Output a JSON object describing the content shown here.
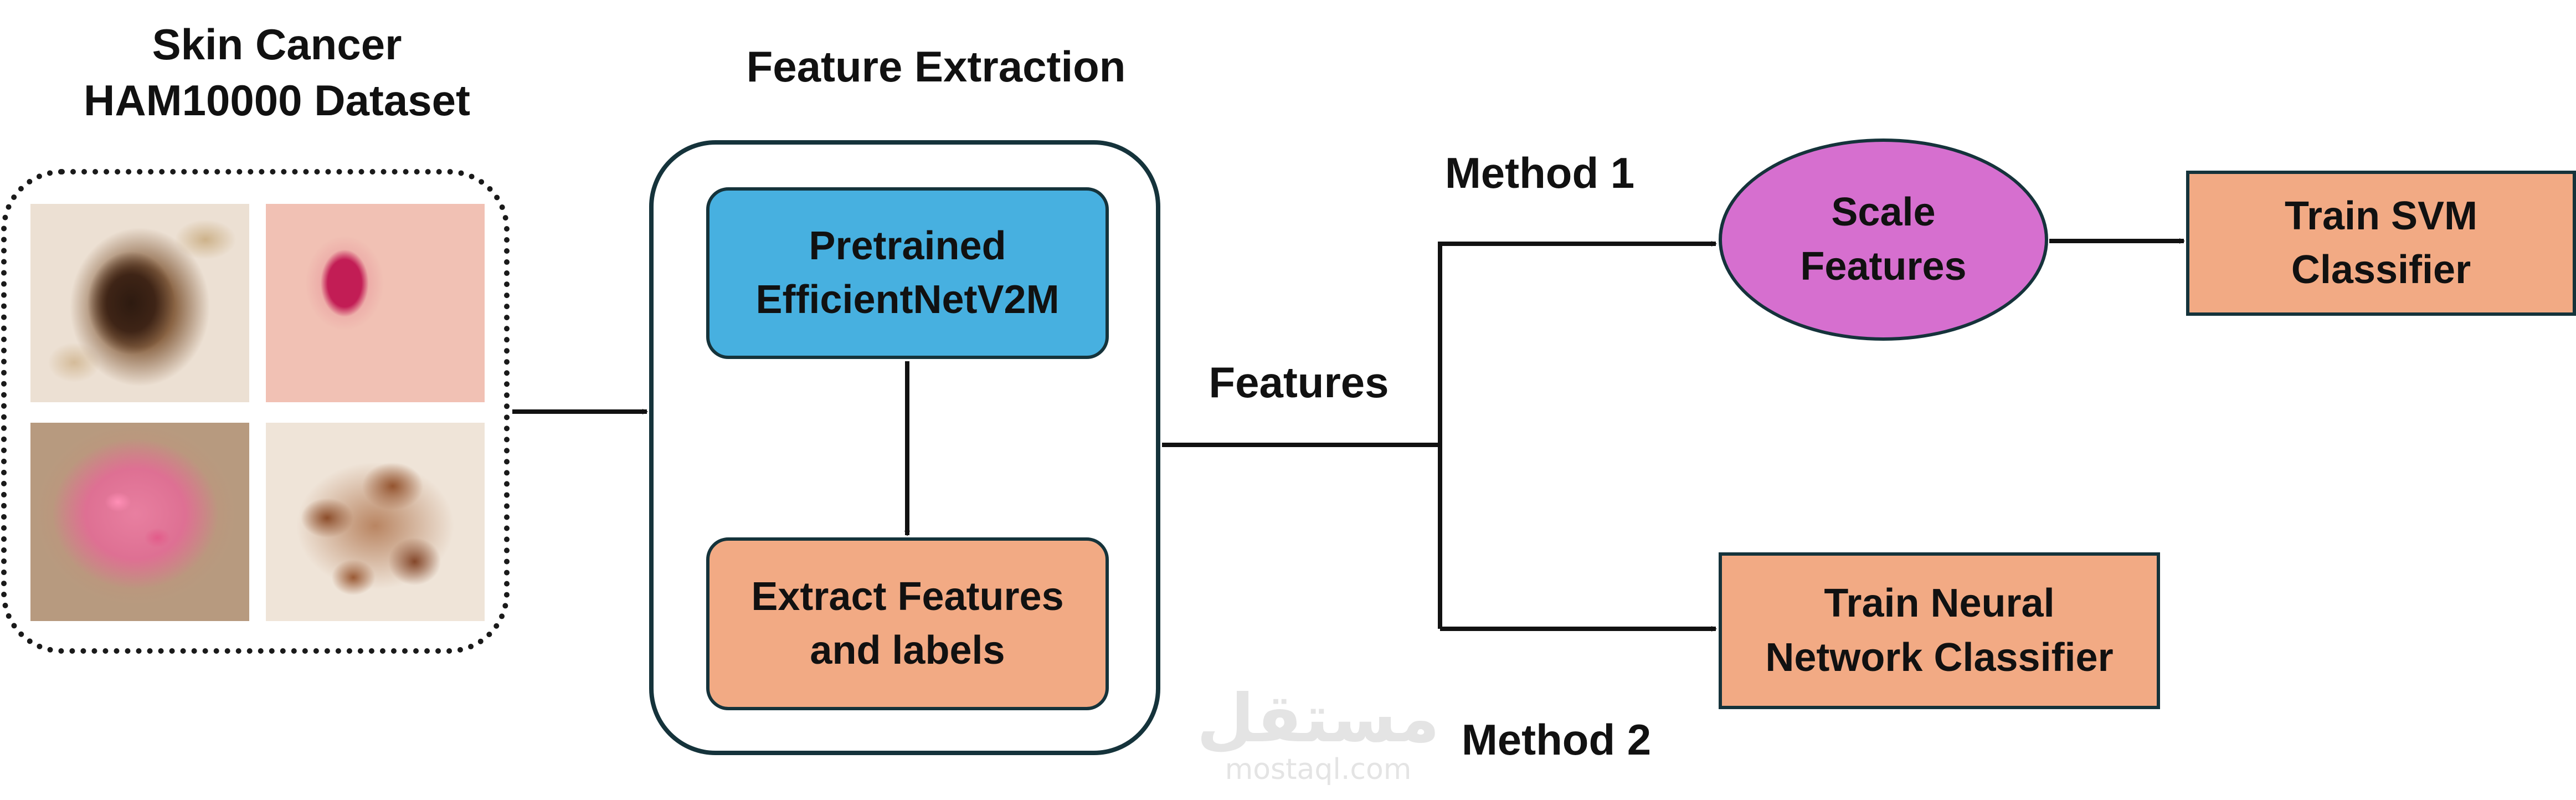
{
  "dataset": {
    "title_line1": "Skin Cancer",
    "title_line2": "HAM10000 Dataset",
    "images": [
      "melanoma-lesion",
      "red-nodule-lesion",
      "pink-plaque-lesion",
      "brown-patchy-lesion"
    ]
  },
  "feature_extraction": {
    "title": "Feature Extraction",
    "pretrained": {
      "line1": "Pretrained",
      "line2": "EfficientNetV2M",
      "color": "#47b0e0"
    },
    "extract": {
      "line1": "Extract Features",
      "line2": "and labels",
      "color": "#f2aa84"
    }
  },
  "features_label": "Features",
  "method1": {
    "label": "Method 1",
    "scale": {
      "line1": "Scale",
      "line2": "Features",
      "color": "#d66fcf"
    },
    "svm": {
      "line1": "Train SVM",
      "line2": "Classifier",
      "color": "#f2aa84"
    }
  },
  "method2": {
    "label": "Method 2",
    "nn": {
      "line1": "Train Neural",
      "line2": "Network Classifier",
      "color": "#f2aa84"
    }
  },
  "watermark": {
    "logo": "مستقل",
    "url": "mostaql.com"
  }
}
